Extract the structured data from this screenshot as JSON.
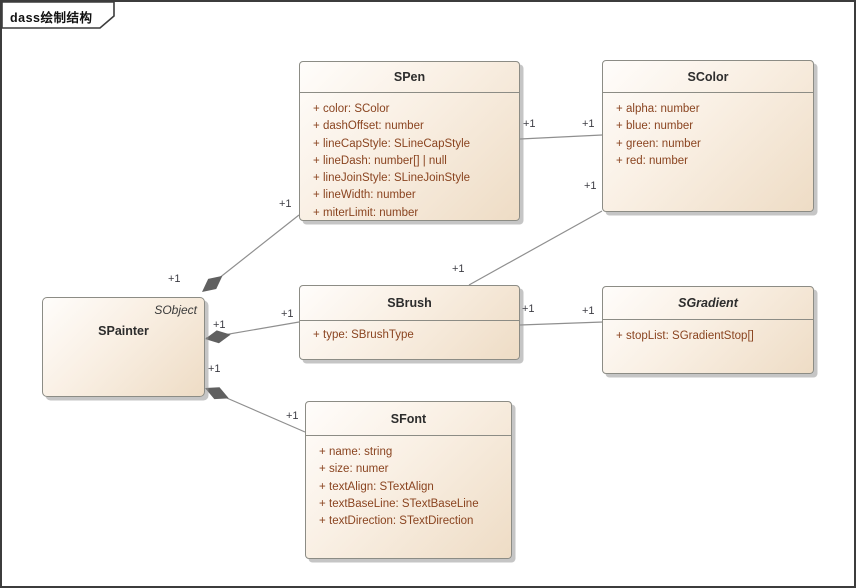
{
  "frame": {
    "title": "dass绘制结构",
    "diagram_type": "uml-class-diagram"
  },
  "classes": {
    "spainter": {
      "name": "SPainter",
      "corner_label": "SObject",
      "attributes": []
    },
    "spen": {
      "name": "SPen",
      "attributes": [
        {
          "vis": "+",
          "text": "color: SColor"
        },
        {
          "vis": "+",
          "text": "dashOffset: number"
        },
        {
          "vis": "+",
          "text": "lineCapStyle: SLineCapStyle"
        },
        {
          "vis": "+",
          "text": "lineDash: number[] | null"
        },
        {
          "vis": "+",
          "text": "lineJoinStyle: SLineJoinStyle"
        },
        {
          "vis": "+",
          "text": "lineWidth: number"
        },
        {
          "vis": "+",
          "text": "miterLimit: number"
        }
      ]
    },
    "scolor": {
      "name": "SColor",
      "attributes": [
        {
          "vis": "+",
          "text": "alpha: number"
        },
        {
          "vis": "+",
          "text": "blue: number"
        },
        {
          "vis": "+",
          "text": "green: number"
        },
        {
          "vis": "+",
          "text": "red: number"
        }
      ]
    },
    "sbrush": {
      "name": "SBrush",
      "attributes": [
        {
          "vis": "+",
          "text": "type: SBrushType"
        }
      ]
    },
    "sgradient": {
      "name": "SGradient",
      "abstract": true,
      "attributes": [
        {
          "vis": "+",
          "text": "stopList: SGradientStop[]"
        }
      ]
    },
    "sfont": {
      "name": "SFont",
      "attributes": [
        {
          "vis": "+",
          "text": "name: string"
        },
        {
          "vis": "+",
          "text": "size: numer"
        },
        {
          "vis": "+",
          "text": "textAlign: STextAlign"
        },
        {
          "vis": "+",
          "text": "textBaseLine: STextBaseLine"
        },
        {
          "vis": "+",
          "text": "textDirection: STextDirection"
        }
      ]
    }
  },
  "connections": [
    {
      "id": "painter-pen",
      "type": "composition",
      "from": "SPainter",
      "to": "SPen",
      "from_label": "+1",
      "to_label": "+1"
    },
    {
      "id": "painter-brush",
      "type": "composition",
      "from": "SPainter",
      "to": "SBrush",
      "from_label": "+1",
      "to_label": "+1"
    },
    {
      "id": "painter-font",
      "type": "composition",
      "from": "SPainter",
      "to": "SFont",
      "from_label": "+1",
      "to_label": "+1"
    },
    {
      "id": "pen-color",
      "type": "association",
      "from": "SPen",
      "to": "SColor",
      "from_label": "+1",
      "to_label": "+1"
    },
    {
      "id": "brush-color",
      "type": "association",
      "from": "SBrush",
      "to": "SColor",
      "from_label": "+1",
      "to_label": "+1"
    },
    {
      "id": "brush-gradient",
      "type": "association",
      "from": "SBrush",
      "to": "SGradient",
      "from_label": "+1",
      "to_label": "+1"
    }
  ],
  "colors": {
    "frame-border": "#3c3c3c",
    "box-border": "#8c8c85",
    "box-grad-1": "#fffdfb",
    "box-grad-2": "#f9efe3",
    "box-grad-3": "#eedcc5",
    "title-text": "#2d2d2d",
    "attr-text": "#8a4420",
    "line-color": "#8f8f8f",
    "diamond-fill": "#606060",
    "mult-text": "#3d3d44"
  }
}
